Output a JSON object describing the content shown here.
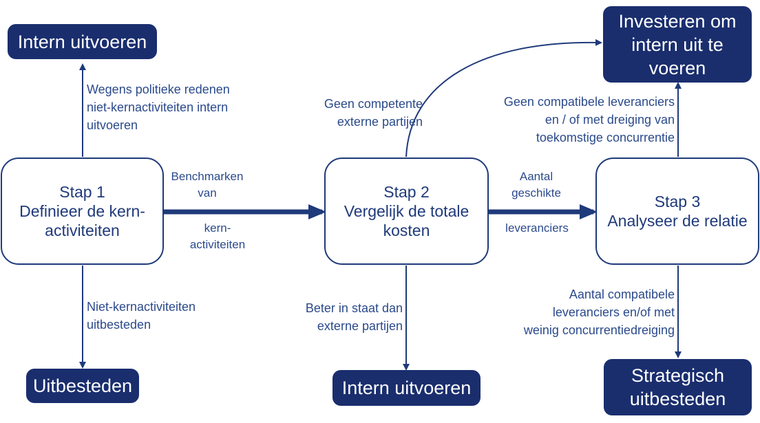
{
  "steps": [
    {
      "heading": "Stap 1",
      "line1": "Definieer de kern-",
      "line2": "activiteiten"
    },
    {
      "heading": "Stap 2",
      "line1": "Vergelijk de totale",
      "line2": "kosten"
    },
    {
      "heading": "Stap 3",
      "line1": "Analyseer de relatie",
      "line2": ""
    }
  ],
  "outcomes": {
    "intern_top": "Intern uitvoeren",
    "uitbesteden": "Uitbesteden",
    "intern_mid": "Intern uitvoeren",
    "investeren": [
      "Investeren om",
      "intern uit te",
      "voeren"
    ],
    "strategisch": [
      "Strategisch",
      "uitbesteden"
    ]
  },
  "labels": {
    "politiek": [
      "Wegens politieke redenen",
      "niet-kernactiviteiten intern",
      "uitvoeren"
    ],
    "niet_kern": [
      "Niet-kernactiviteiten",
      "uitbesteden"
    ],
    "benchmark_top": [
      "Benchmarken",
      "van"
    ],
    "benchmark_bottom": [
      "kern-",
      "activiteiten"
    ],
    "geen_competente": [
      "Geen competente",
      "externe partijen"
    ],
    "beter": [
      "Beter in staat dan",
      "externe partijen"
    ],
    "aantal_top": [
      "Aantal",
      "geschikte"
    ],
    "aantal_bottom": [
      "leveranciers"
    ],
    "geen_compatibele": [
      "Geen compatibele leveranciers",
      "en / of met dreiging van",
      "toekomstige concurrentie"
    ],
    "aantal_compatibele": [
      "Aantal compatibele",
      "leveranciers en/of met",
      "weinig concurrentiedreiging"
    ]
  },
  "colors": {
    "navy": "#1a2e6e",
    "line": "#1f3a7a",
    "text": "#2b4a8c"
  }
}
